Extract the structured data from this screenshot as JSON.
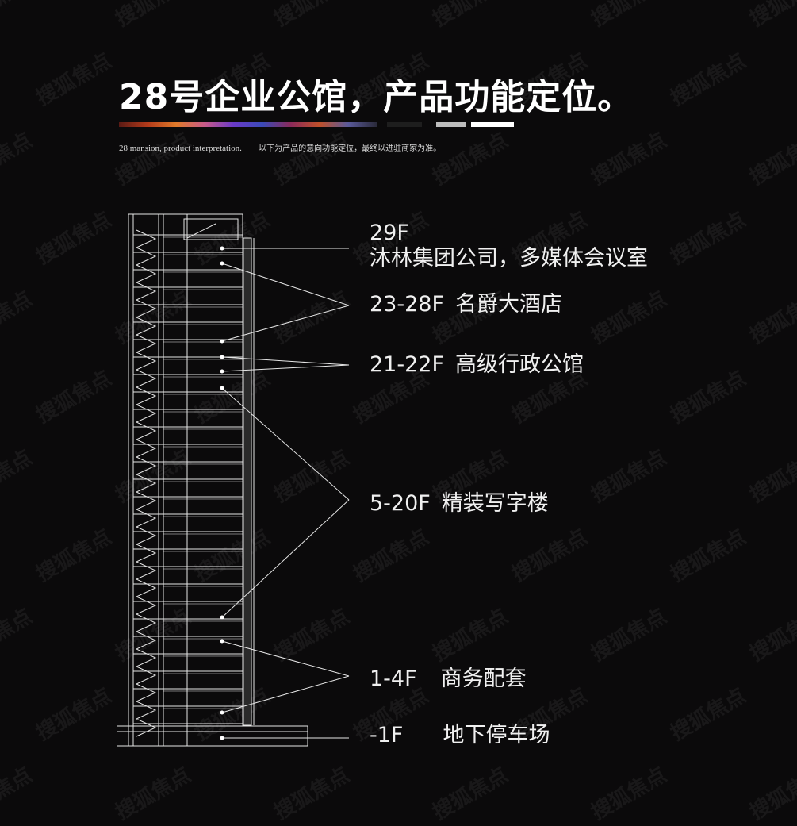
{
  "header": {
    "title": "28号企业公馆，产品功能定位。",
    "subtitle_en": "28 mansion, product interpretation.",
    "subtitle_cn": "以下为产品的意向功能定位，最终以进驻商家为准。"
  },
  "watermark": {
    "text": "搜狐焦点"
  },
  "floors": [
    {
      "floor": "29F",
      "use": "沐林集团公司，多媒体会议室"
    },
    {
      "floor": "23-28F",
      "use": "名爵大酒店"
    },
    {
      "floor": "21-22F",
      "use": "高级行政公馆"
    },
    {
      "floor": "5-20F",
      "use": "精装写字楼"
    },
    {
      "floor": "1-4F",
      "use": "商务配套"
    },
    {
      "floor": "-1F",
      "use": "地下停车场"
    }
  ],
  "colors": {
    "background": "#0b0a0b",
    "line": "#e6e6e6",
    "bar_gray": "#bdbdbd",
    "bar_white": "#ffffff",
    "bar_dark": "#1e1e1e"
  }
}
